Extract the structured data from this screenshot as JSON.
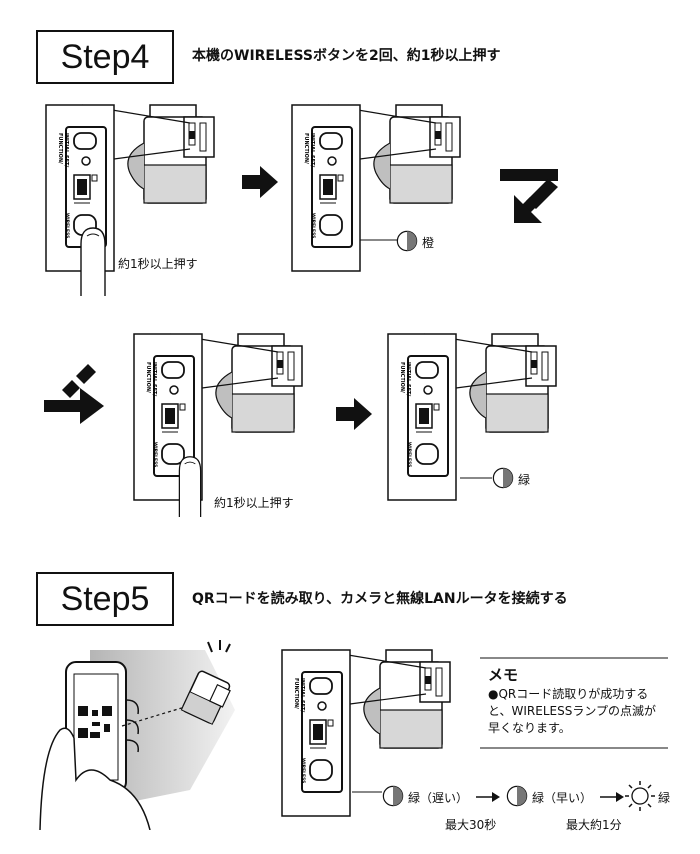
{
  "step4": {
    "label": "Step4",
    "title": "本機のWIRELESSボタンを2回、約1秒以上押す",
    "press_label": "約1秒以上押す",
    "orange_label": "橙",
    "press_label_2": "約1秒以上押す",
    "green_label": "緑"
  },
  "step5": {
    "label": "Step5",
    "title": "QRコードを読み取り、カメラと無線LANルータを接続する",
    "memo_title": "メモ",
    "memo_text": "●QRコード読取りが成功すると、WIRELESSランプの点滅が早くなります。",
    "slow_label": "緑（遅い）",
    "fast_label": "緑（早い）",
    "final_label": "緑",
    "slow_time": "最大30秒",
    "fast_time": "最大約1分"
  },
  "device_panel": {
    "function_text": "FUNCTION/",
    "initial_text": "INITIAL SET/",
    "wireless_text": "WIRELESS"
  }
}
